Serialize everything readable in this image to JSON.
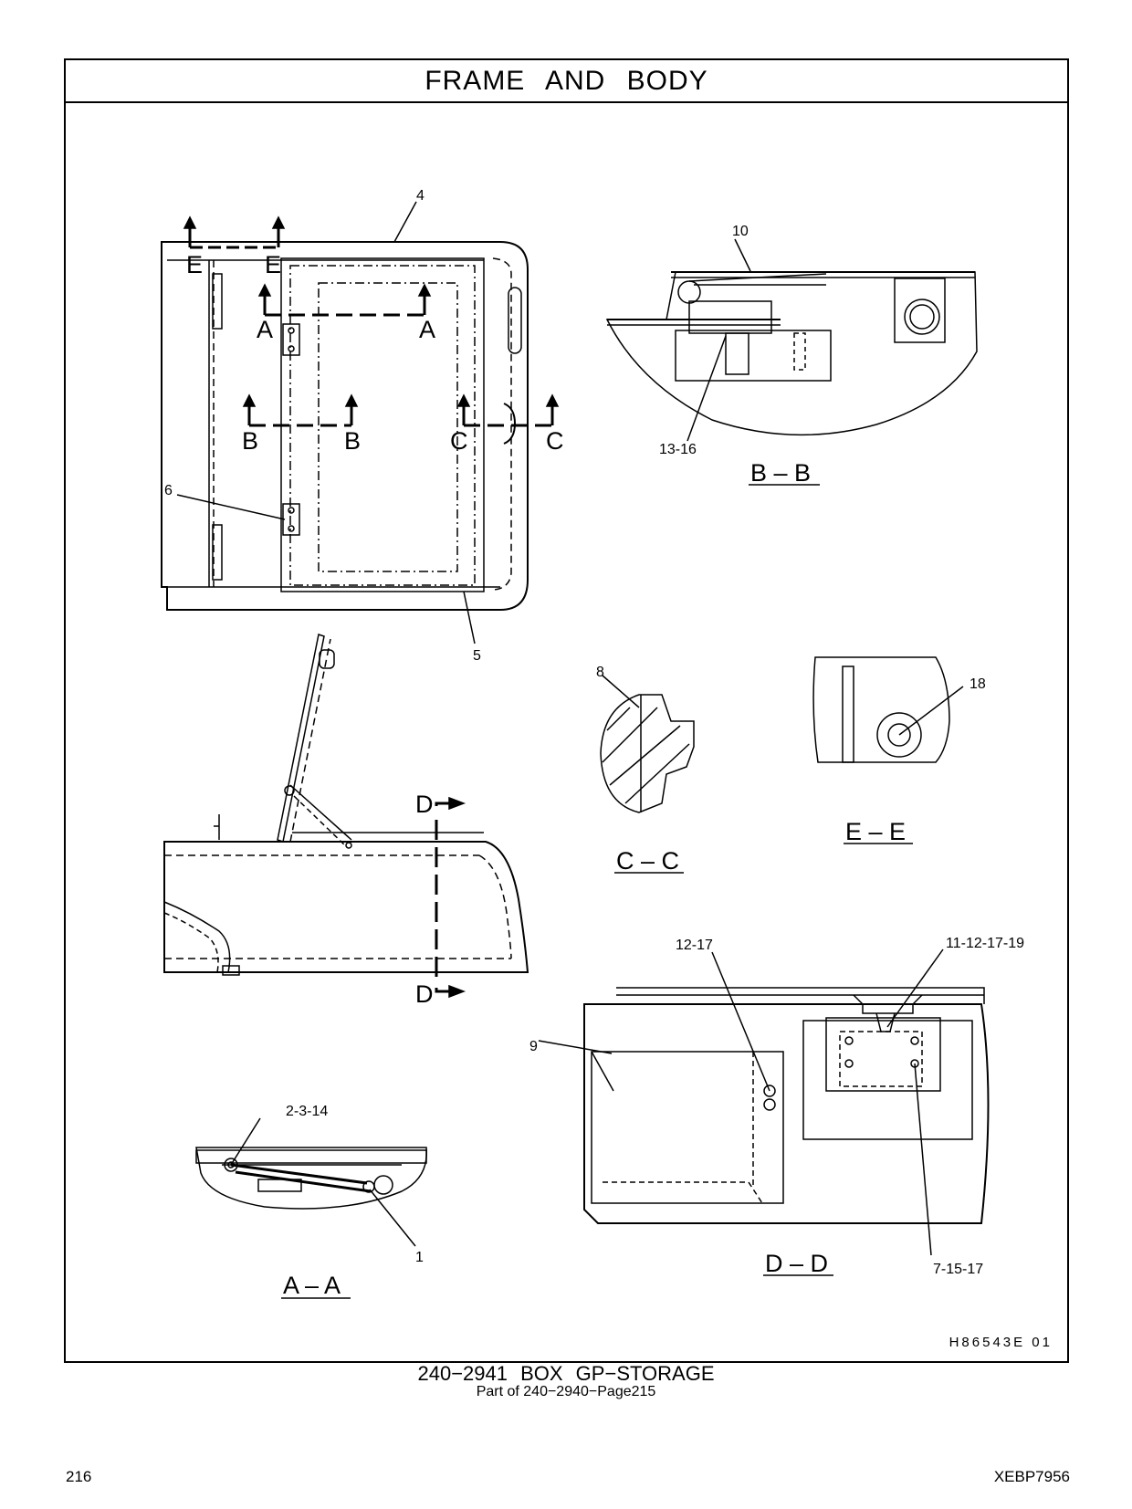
{
  "header": {
    "title": "FRAME AND BODY"
  },
  "sections": {
    "a": "A",
    "b": "B",
    "c": "C",
    "d": "D",
    "e": "E"
  },
  "views": {
    "aa": "A – A",
    "bb": "B – B",
    "cc": "C – C",
    "dd": "D – D",
    "ee": "E – E"
  },
  "callouts": {
    "c1": "1",
    "c2_3_14": "2-3-14",
    "c4": "4",
    "c5": "5",
    "c6": "6",
    "c8": "8",
    "c9": "9",
    "c10": "10",
    "c11_12_17_19": "11-12-17-19",
    "c12_17": "12-17",
    "c13_16": "13-16",
    "c18": "18",
    "c7_15_17": "7-15-17"
  },
  "drawing_ref": "H86543E   01",
  "caption": {
    "part": "240−2941   BOX   GP−STORAGE",
    "sub": "Part of 240−2940−Page215"
  },
  "footer": {
    "page_number": "216",
    "doc_id": "XEBP7956"
  }
}
